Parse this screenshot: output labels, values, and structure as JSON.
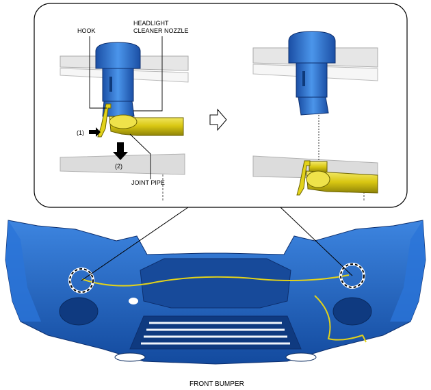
{
  "labels": {
    "hook": "HOOK",
    "nozzle_line1": "HEADLIGHT",
    "nozzle_line2": "CLEANER NOZZLE",
    "step1": "(1)",
    "step2": "(2)",
    "joint_pipe": "JOINT PIPE",
    "caption": "FRONT BUMPER"
  },
  "colors": {
    "bumper_blue": "#1f5fc0",
    "nozzle_blue": "#2a6fd0",
    "pipe_yellow": "#e2d21a",
    "callout_border": "#000000"
  }
}
